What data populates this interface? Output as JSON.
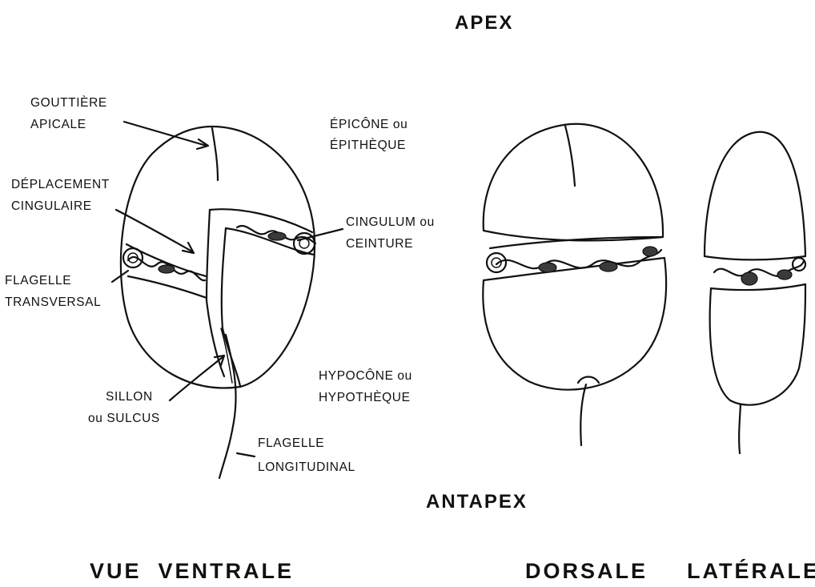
{
  "labels": {
    "apex": "APEX",
    "antapex": "ANTAPEX",
    "gouttiere_1": "GOUTTIÈRE",
    "gouttiere_2": "APICALE",
    "deplacement_1": "DÉPLACEMENT",
    "deplacement_2": "CINGULAIRE",
    "flagelle_t_1": "FLAGELLE",
    "flagelle_t_2": "TRANSVERSAL",
    "sillon_1": "SILLON",
    "sillon_2": "ou SULCUS",
    "flagelle_l_1": "FLAGELLE",
    "flagelle_l_2": "LONGITUDINAL",
    "epicone_1": "ÉPICÔNE ou",
    "epicone_2": "ÉPITHÈQUE",
    "cingulum_1": "CINGULUM ou",
    "cingulum_2": "CEINTURE",
    "hypocone_1": "HYPOCÔNE ou",
    "hypocone_2": "HYPOTHÈQUE"
  },
  "views": {
    "ventral": "VUE  VENTRALE",
    "dorsal": "DORSALE",
    "lateral": "LATÉRALE"
  }
}
